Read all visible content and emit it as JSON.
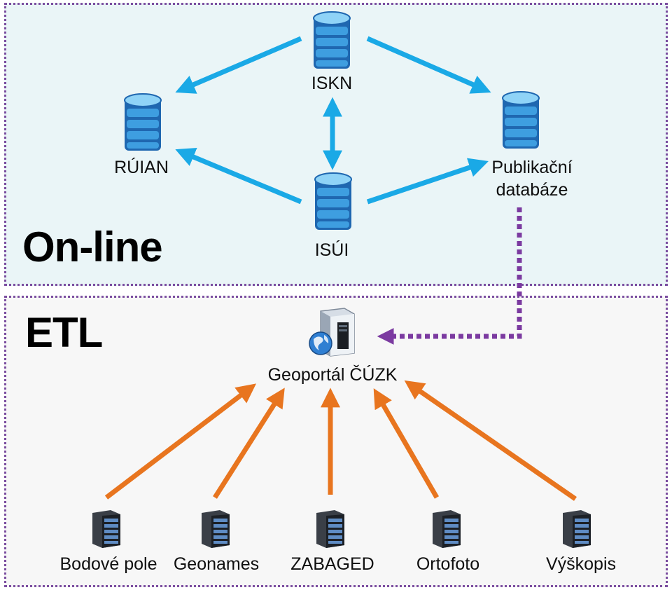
{
  "sections": {
    "online": {
      "title": "On-line"
    },
    "etl": {
      "title": "ETL"
    }
  },
  "online_nodes": {
    "iskn": {
      "label": "ISKN",
      "icon": "database-icon"
    },
    "ruian": {
      "label": "RÚIAN",
      "icon": "database-icon"
    },
    "isui": {
      "label": "ISÚI",
      "icon": "database-icon"
    },
    "publikacni": {
      "label_line1": "Publikační",
      "label_line2": "databáze",
      "icon": "database-icon"
    }
  },
  "geoportal": {
    "label": "Geoportál ČÚZK",
    "icon": "web-server-globe-icon"
  },
  "sources": [
    {
      "label": "Bodové pole",
      "icon": "server-icon"
    },
    {
      "label": "Geonames",
      "icon": "server-icon"
    },
    {
      "label": "ZABAGED",
      "icon": "server-icon"
    },
    {
      "label": "Ortofoto",
      "icon": "server-icon"
    },
    {
      "label": "Výškopis",
      "icon": "server-icon"
    }
  ],
  "colors": {
    "online_arrow": "#1aa9e6",
    "etl_arrow": "#e8751f",
    "sync_dotted": "#7b3aa0",
    "border": "#7b4ea0"
  }
}
